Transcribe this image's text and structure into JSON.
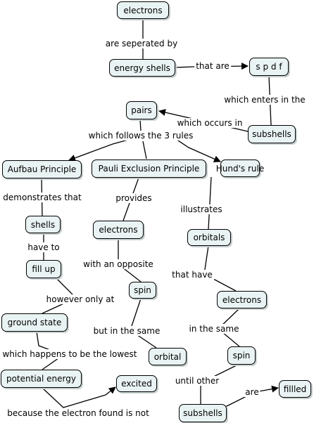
{
  "nodes": {
    "electrons_top": "electrons",
    "energy_shells": "energy shells",
    "spdf": "s p d f",
    "pairs": "pairs",
    "subshells_top": "subshells",
    "aufbau": "Aufbau Principle",
    "pauli": "Pauli Exclusion Principle",
    "hunds": "Hund's rule",
    "shells": "shells",
    "electrons_mid": "electrons",
    "orbitals": "orbitals",
    "fill_up": "fill up",
    "spin_mid": "spin",
    "electrons_right": "electrons",
    "ground_state": "ground state",
    "orbital": "orbital",
    "spin_right": "spin",
    "potential_energy": "potential energy",
    "excited": "excited",
    "subshells_bottom": "subshells",
    "filled": "fillled"
  },
  "links": {
    "are_separated_by": "are seperated by",
    "that_are": "that are",
    "which_enters_in_the": "which enters in the",
    "which_occurs_in": "which occurs in",
    "which_follows": "which follows the 3 rules",
    "demonstrates_that": "demonstrates that",
    "provides": "provides",
    "illustrates": "illustrates",
    "have_to": "have to",
    "with_an_opposite": "with an opposite",
    "that_have": "that have",
    "however_only_at": "however only at",
    "but_in_the_same": "but in the same",
    "in_the_same": "in the same",
    "which_happens": "which happens to be the lowest",
    "until_other": "until other",
    "are": "are",
    "because": "because the electron found is not"
  }
}
